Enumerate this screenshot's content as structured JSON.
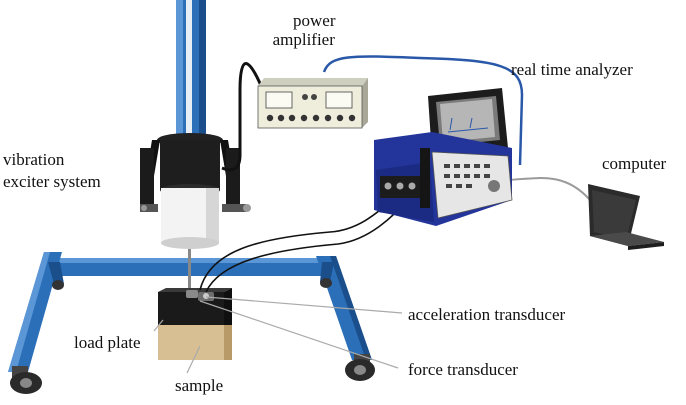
{
  "labels": {
    "power_amplifier_line1": "power",
    "power_amplifier_line2": "amplifier",
    "real_time_analyzer": "real time analyzer",
    "vibration_exciter_line1": "vibration",
    "vibration_exciter_line2": "exciter system",
    "computer": "computer",
    "acceleration_transducer": "acceleration transducer",
    "load_plate": "load plate",
    "force_transducer": "force transducer",
    "sample": "sample"
  },
  "colors": {
    "frame_blue": "#2b6fb8",
    "frame_blue_dark": "#1a4f8c",
    "analyzer_blue": "#23349a",
    "amplifier_body": "#efeedd",
    "sample_tan": "#d8bf93",
    "load_plate_black": "#1a1a1a",
    "cable_black": "#111111",
    "cable_blue": "#2a58a8"
  }
}
